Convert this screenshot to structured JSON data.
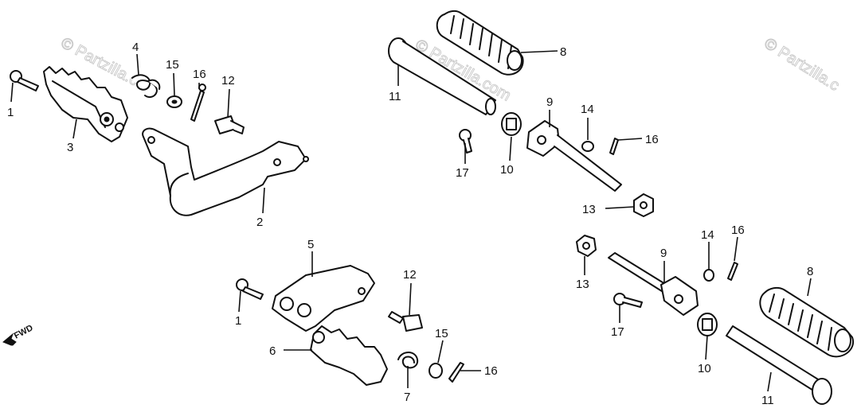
{
  "diagram": {
    "watermarks": [
      "© Partzilla.com",
      "© Partzilla.com",
      "© Partzilla.c"
    ],
    "direction_label": "FWD",
    "callouts": {
      "c1a": "1",
      "c1b": "1",
      "c2": "2",
      "c3": "3",
      "c4": "4",
      "c5": "5",
      "c6": "6",
      "c7": "7",
      "c8a": "8",
      "c8b": "8",
      "c9a": "9",
      "c9b": "9",
      "c10a": "10",
      "c10b": "10",
      "c11a": "11",
      "c11b": "11",
      "c12a": "12",
      "c12b": "12",
      "c13a": "13",
      "c13b": "13",
      "c14a": "14",
      "c14b": "14",
      "c15a": "15",
      "c15b": "15",
      "c16a": "16",
      "c16b": "16",
      "c16c": "16",
      "c17a": "17",
      "c17b": "17"
    }
  }
}
